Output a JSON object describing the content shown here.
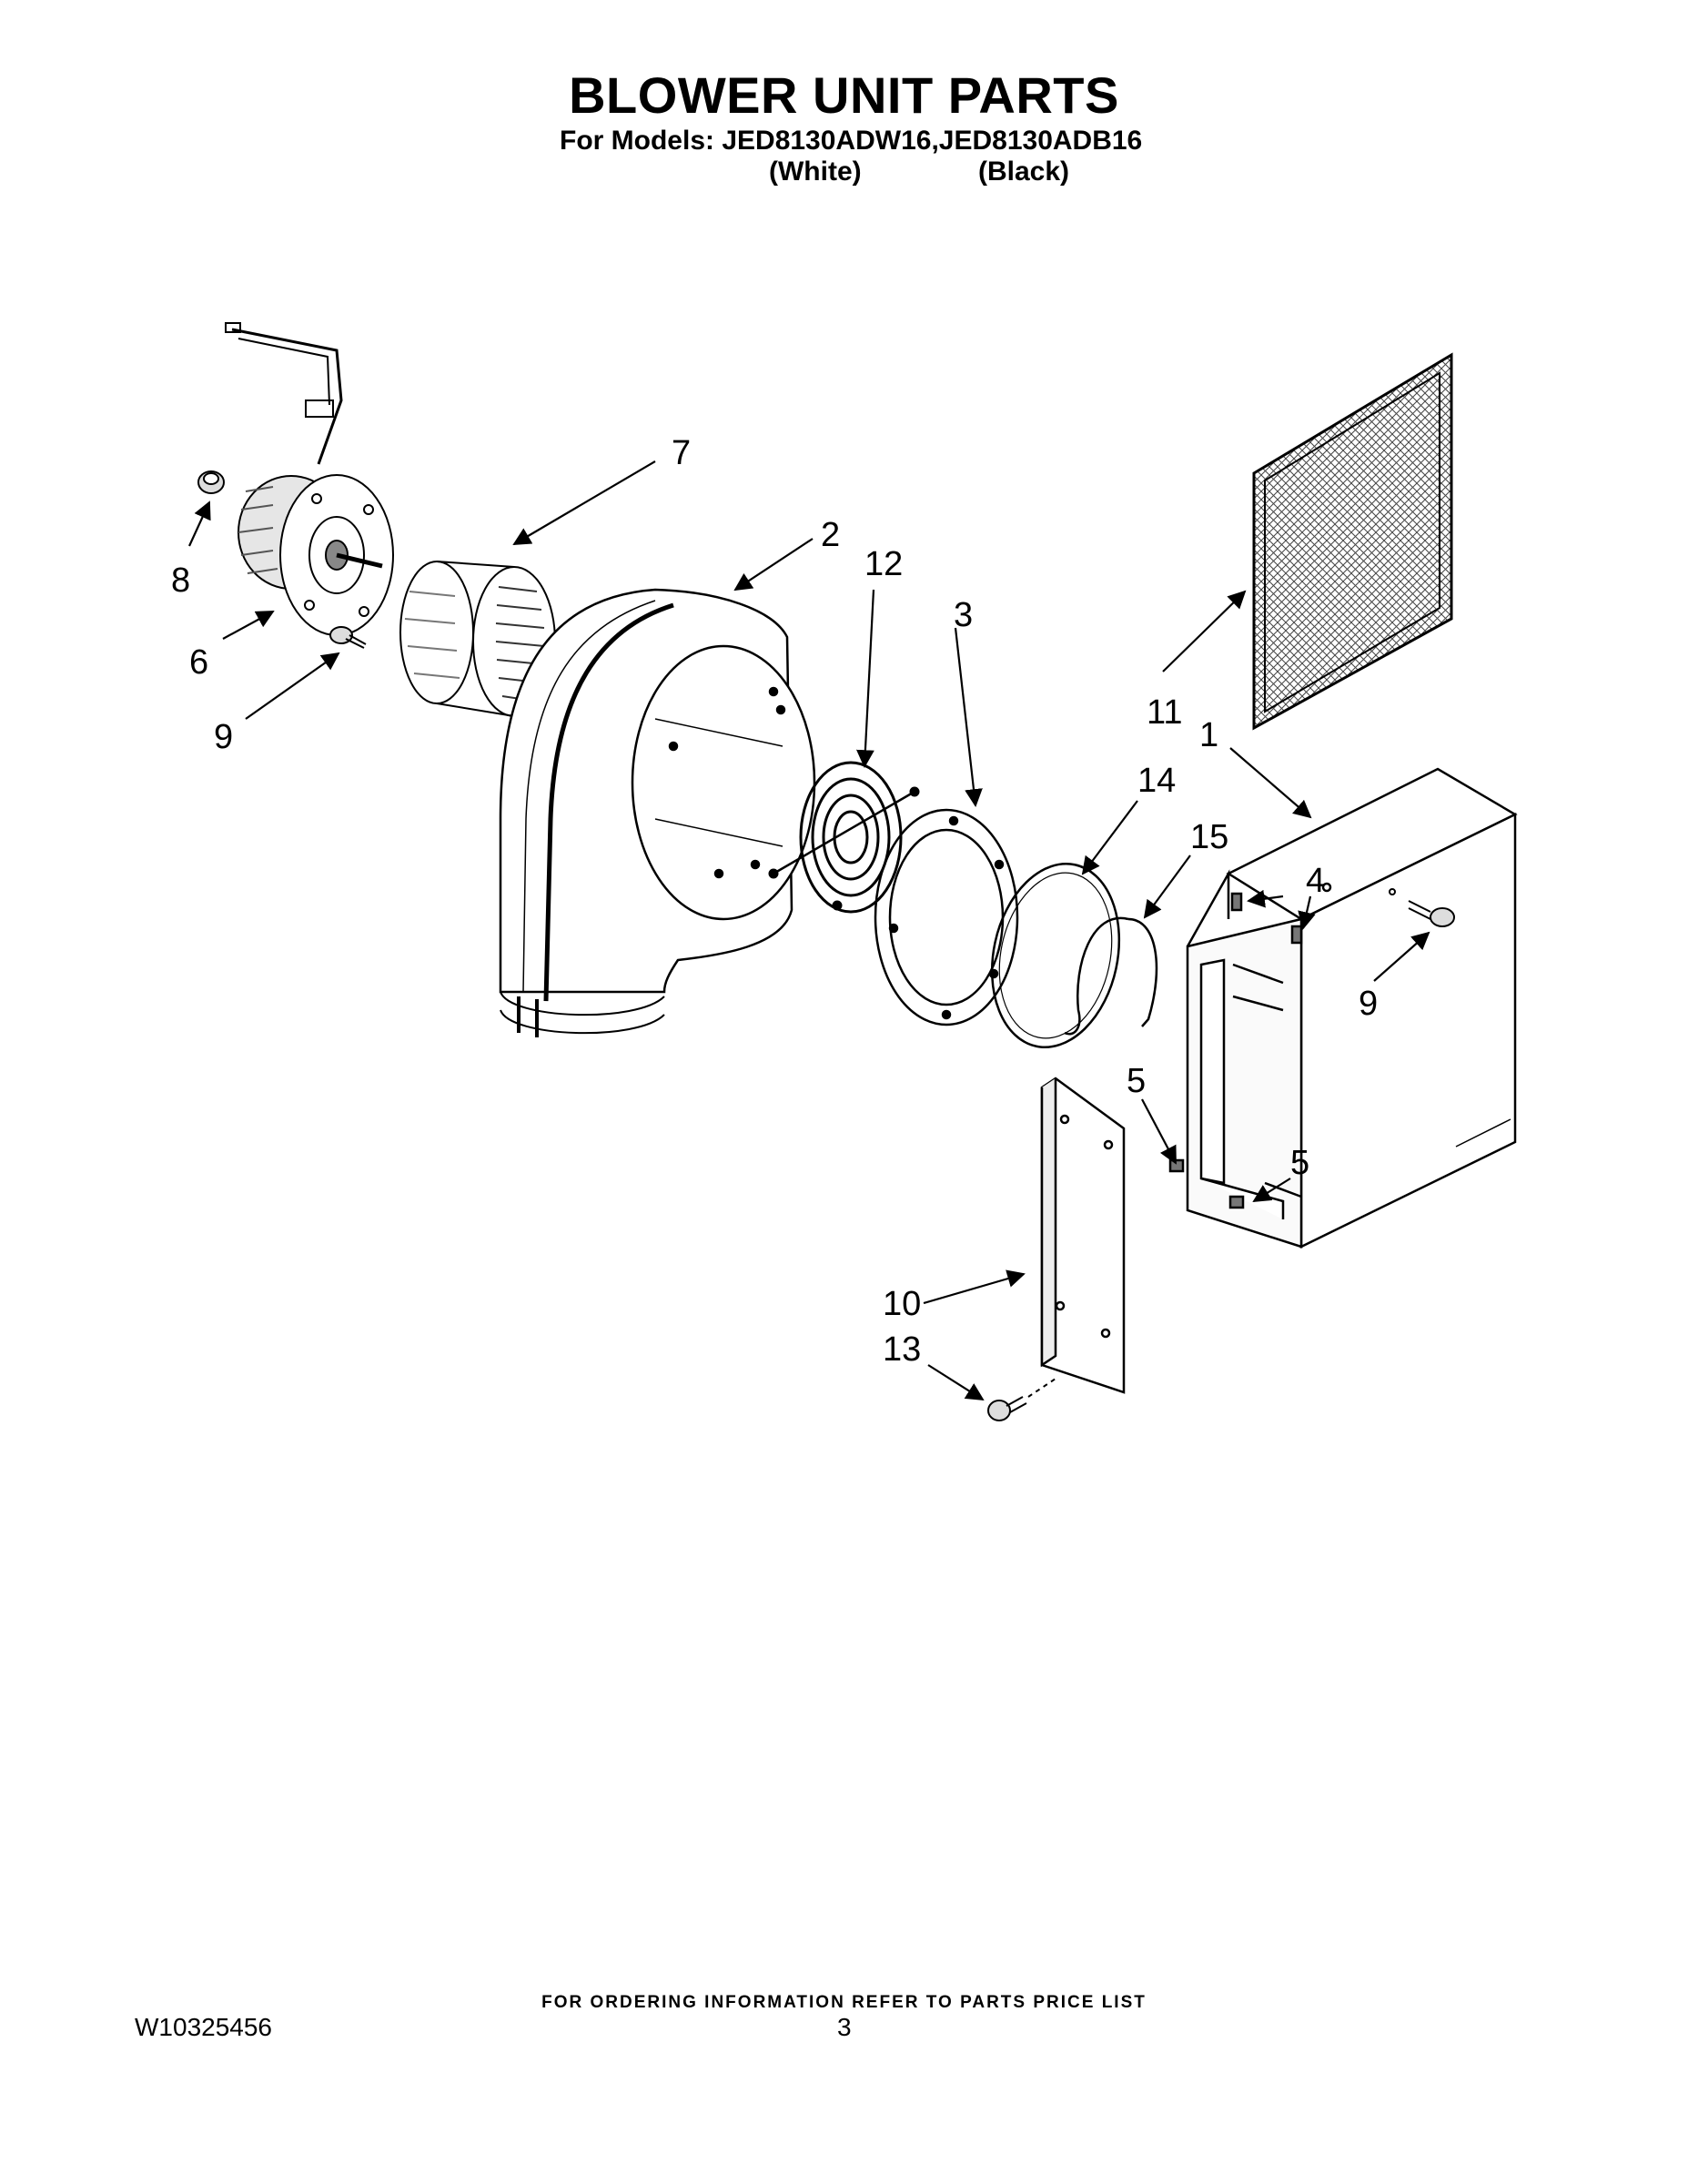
{
  "header": {
    "title": "BLOWER UNIT PARTS",
    "models_line": "For Models: JED8130ADW16,JED8130ADB16",
    "variant_white": "(White)",
    "variant_black": "(Black)"
  },
  "callouts": [
    {
      "id": "7",
      "label": "7"
    },
    {
      "id": "2",
      "label": "2"
    },
    {
      "id": "12",
      "label": "12"
    },
    {
      "id": "3",
      "label": "3"
    },
    {
      "id": "8",
      "label": "8"
    },
    {
      "id": "6",
      "label": "6"
    },
    {
      "id": "9a",
      "label": "9"
    },
    {
      "id": "11",
      "label": "11"
    },
    {
      "id": "1",
      "label": "1"
    },
    {
      "id": "14",
      "label": "14"
    },
    {
      "id": "15",
      "label": "15"
    },
    {
      "id": "4",
      "label": "4"
    },
    {
      "id": "9b",
      "label": "9"
    },
    {
      "id": "5a",
      "label": "5"
    },
    {
      "id": "5b",
      "label": "5"
    },
    {
      "id": "10",
      "label": "10"
    },
    {
      "id": "13",
      "label": "13"
    }
  ],
  "footer": {
    "ordering_note": "FOR ORDERING INFORMATION REFER TO PARTS PRICE LIST",
    "doc_number": "W10325456",
    "page_number": "3"
  }
}
